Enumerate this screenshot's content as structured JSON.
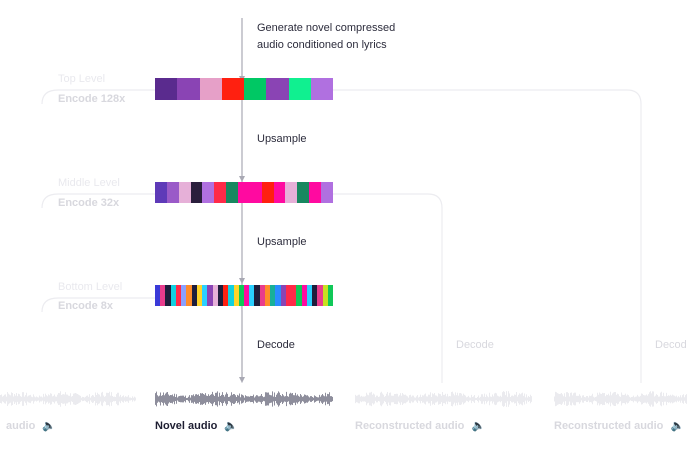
{
  "title_lines": [
    "Generate novel compressed",
    "audio conditioned on lyrics"
  ],
  "levels": [
    {
      "name": "Top Level",
      "encode": "Encode 128x",
      "colors": [
        "#5a2b8e",
        "#8a44b4",
        "#e6a0c8",
        "#ff2010",
        "#00c864",
        "#8a44b4",
        "#10f090",
        "#b070e0"
      ]
    },
    {
      "name": "Middle Level",
      "encode": "Encode 32x",
      "colors": [
        "#5e3ab8",
        "#9a5ac8",
        "#e6b0d8",
        "#2a1e3c",
        "#b070e0",
        "#ff2a48",
        "#188860",
        "#ff0aa0",
        "#ff0aa0",
        "#ff2010",
        "#ff0aa0",
        "#e6b0d8",
        "#188860",
        "#ff0aa0",
        "#b070e0"
      ]
    },
    {
      "name": "Bottom Level",
      "encode": "Encode 8x",
      "colors": [
        "#3a3ad8",
        "#e83c8c",
        "#1e1e3c",
        "#10d0e0",
        "#ff2a48",
        "#8aa0ff",
        "#ff8c2a",
        "#1e1e3c",
        "#ffd42a",
        "#2ad0ff",
        "#8a44b4",
        "#e6b0d8",
        "#1e1e3c",
        "#ff2010",
        "#10d0e0",
        "#ffd42a",
        "#10c858",
        "#ff0aa0",
        "#2ad0ff",
        "#1e1e3c",
        "#e83c8c",
        "#ff8c2a",
        "#18b098",
        "#2a8cff",
        "#8a44b4",
        "#ff2a48",
        "#ff2a48",
        "#10c858",
        "#ff0aa0",
        "#2ad0ff",
        "#1e1e3c",
        "#e83c8c",
        "#c8e020",
        "#10c858"
      ]
    }
  ],
  "steps": [
    "Upsample",
    "Upsample",
    "Decode"
  ],
  "side_decode": [
    "Decode",
    "Decode"
  ],
  "audio_labels": {
    "left": "audio",
    "center": "Novel audio",
    "right1": "Reconstructed audio",
    "right2": "Reconstructed audio"
  },
  "speaker_icon": "speaker-icon"
}
